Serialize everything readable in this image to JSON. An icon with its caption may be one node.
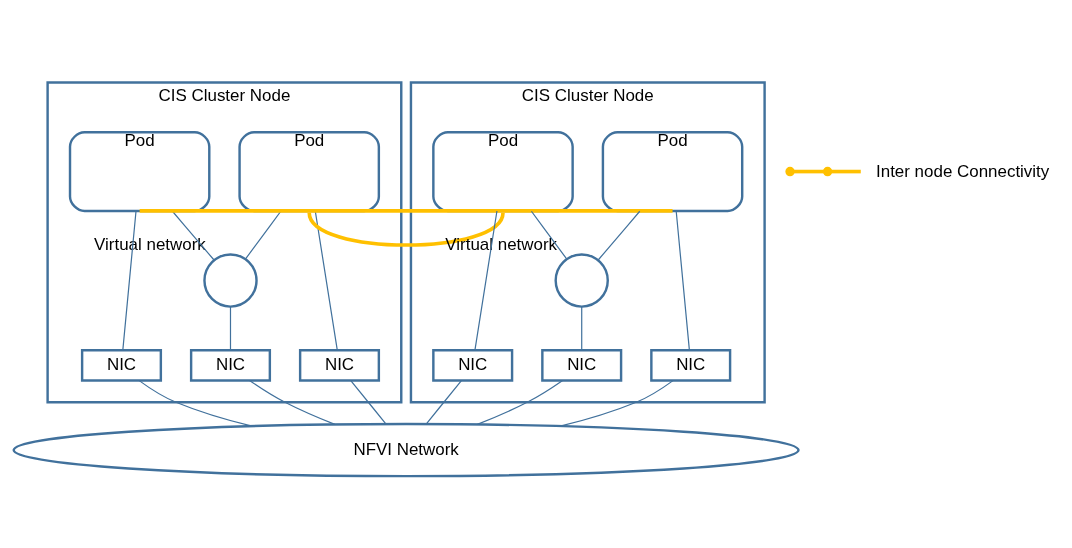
{
  "diagram": {
    "nodes": [
      {
        "text": [
          "CIS Cluster Node"
        ]
      },
      {
        "text": [
          "Pod"
        ],
        "in": 0
      },
      {
        "text": [
          "Pod"
        ],
        "in": 0
      },
      {
        "text": [],
        "shape": "circle",
        "in": 0,
        "beside": [
          "Virtual network"
        ]
      },
      {
        "text": [
          "NIC"
        ],
        "in": 0
      },
      {
        "text": [
          "NIC"
        ],
        "in": 0
      },
      {
        "text": [
          "NIC"
        ],
        "in": 0
      },
      {
        "text": [
          "CIS Cluster Node"
        ]
      },
      {
        "text": [
          "Pod"
        ],
        "in": 7
      },
      {
        "text": [
          "Pod"
        ],
        "in": 7
      },
      {
        "text": [],
        "shape": "circle",
        "in": 7,
        "beside": [
          "Virtual network"
        ]
      },
      {
        "text": [
          "NIC"
        ],
        "in": 7
      },
      {
        "text": [
          "NIC"
        ],
        "in": 7
      },
      {
        "text": [
          "NIC"
        ],
        "in": 7
      },
      {
        "text": [
          "NFVI Network"
        ]
      }
    ],
    "edges": [
      {
        "from": 1,
        "to": 4,
        "arrow": "none"
      },
      {
        "from": 1,
        "to": 3,
        "arrow": "none"
      },
      {
        "from": 2,
        "to": 3,
        "arrow": "none"
      },
      {
        "from": 2,
        "to": 6,
        "arrow": "none"
      },
      {
        "from": 3,
        "to": 5,
        "arrow": "none"
      },
      {
        "from": 4,
        "to": 14,
        "arrow": "none"
      },
      {
        "from": 5,
        "to": 14,
        "arrow": "none"
      },
      {
        "from": 6,
        "to": 14,
        "arrow": "none"
      },
      {
        "from": 8,
        "to": 11,
        "arrow": "none"
      },
      {
        "from": 8,
        "to": 10,
        "arrow": "none"
      },
      {
        "from": 9,
        "to": 10,
        "arrow": "none"
      },
      {
        "from": 9,
        "to": 13,
        "arrow": "none"
      },
      {
        "from": 10,
        "to": 12,
        "arrow": "none"
      },
      {
        "from": 11,
        "to": 14,
        "arrow": "none"
      },
      {
        "from": 12,
        "to": 14,
        "arrow": "none"
      },
      {
        "from": 13,
        "to": 14,
        "arrow": "none"
      },
      {
        "from": 1,
        "to": 9,
        "arrow": "none",
        "style": "thick",
        "color": "#ffc000"
      },
      {
        "from": 2,
        "to": 8,
        "arrow": "none",
        "style": "thick",
        "color": "#ffc000"
      }
    ],
    "legend": [
      {
        "text": "Inter node Connectivity"
      }
    ]
  }
}
